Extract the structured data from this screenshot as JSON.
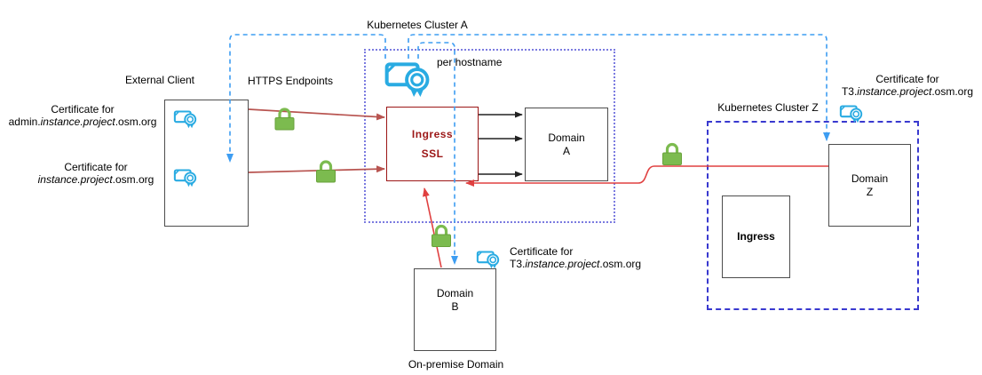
{
  "labels": {
    "cluster_a": "Kubernetes Cluster A",
    "cluster_z": "Kubernetes Cluster Z",
    "external_client": "External Client",
    "https_endpoints": "HTTPS Endpoints",
    "per_hostname": "per hostname",
    "on_premise_domain": "On-premise Domain"
  },
  "nodes": {
    "ingress_ssl": {
      "line1": "Ingress",
      "line2": "SSL"
    },
    "domain_a": {
      "line1": "Domain",
      "line2": "A"
    },
    "domain_z": {
      "line1": "Domain",
      "line2": "Z"
    },
    "domain_b": {
      "line1": "Domain",
      "line2": "B"
    },
    "ingress_z": {
      "label": "Ingress"
    }
  },
  "certificates": {
    "admin_client": {
      "title": "Certificate for",
      "prefix": "admin.",
      "domain_italic": "instance.project",
      "suffix": ".osm.org"
    },
    "instance_client": {
      "title": "Certificate for",
      "prefix": "",
      "domain_italic": "instance.project",
      "suffix": ".osm.org"
    },
    "t3_domain_z": {
      "title": "Certificate for",
      "prefix": "T3.",
      "domain_italic": "instance.project",
      "suffix": ".osm.org"
    },
    "t3_domain_b": {
      "title": "Certificate for",
      "prefix": "T3.",
      "domain_italic": "instance.project",
      "suffix": ".osm.org"
    }
  },
  "colors": {
    "connector_blue": "#3d9df2",
    "cluster_a_border": "#7b7be0",
    "cluster_z_border": "#3939cf",
    "red_muted": "#b85450",
    "red_bright": "#e04040",
    "ingress_ssl_red": "#9c1616",
    "lock_green": "#7cbb4f",
    "cert_cyan": "#29abe2",
    "box_border": "#4d4d4d",
    "arrow_black": "#222222"
  }
}
